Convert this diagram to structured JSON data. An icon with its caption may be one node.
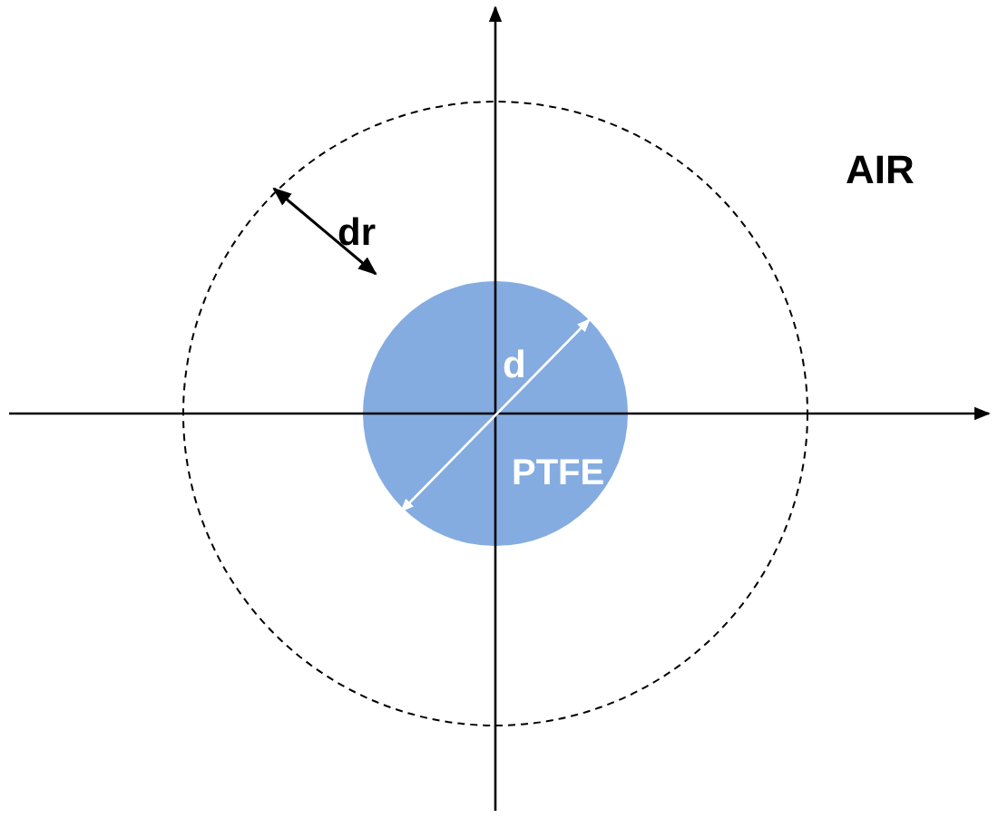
{
  "diagram": {
    "nodes": [
      {
        "text": [
          "PTFE"
        ]
      }
    ],
    "labels": [
      "AIR",
      "dr",
      "d"
    ]
  }
}
